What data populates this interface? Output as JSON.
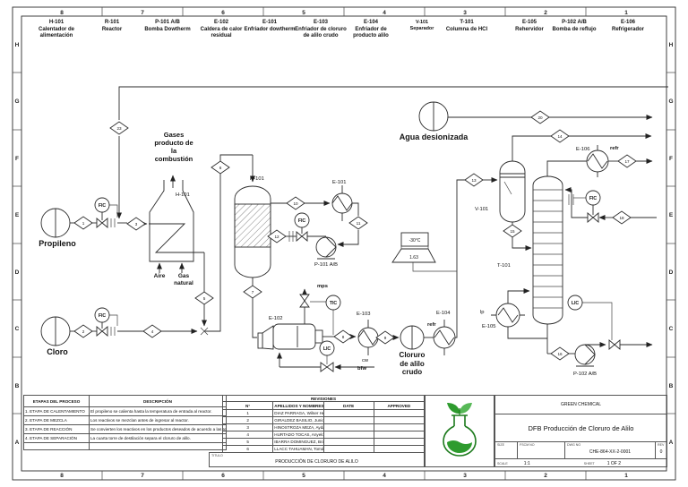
{
  "frame": {
    "zone_letters": [
      "H",
      "G",
      "F",
      "E",
      "D",
      "C",
      "B",
      "A"
    ],
    "zone_numbers": [
      "8",
      "7",
      "6",
      "5",
      "4",
      "3",
      "2",
      "1"
    ]
  },
  "equipment_index": [
    {
      "tag": "H-101",
      "name": "Calentador de alimentación"
    },
    {
      "tag": "R-101",
      "name": "Reactor"
    },
    {
      "tag": "P-101 A/B",
      "name": "Bomba Dowtherm"
    },
    {
      "tag": "E-102",
      "name": "Caldera de calor residual"
    },
    {
      "tag": "E-101",
      "name": "Enfriador dowtherm"
    },
    {
      "tag": "E-103",
      "name": "Enfriador de cloruro de alilo crudo"
    },
    {
      "tag": "E-104",
      "name": "Enfriador de producto alilo"
    },
    {
      "tag": "V-101",
      "name": "Separador"
    },
    {
      "tag": "T-101",
      "name": "Columna de HCl"
    },
    {
      "tag": "E-105",
      "name": "Rehervidor"
    },
    {
      "tag": "P-102 A/B",
      "name": "Bomba de reflujo"
    },
    {
      "tag": "E-106",
      "name": "Refrigerador"
    }
  ],
  "tags": {
    "h101": "H-101",
    "r101": "R-101",
    "e101": "E-101",
    "p101": "P-101 A/B",
    "e102": "E-102",
    "e103": "E-103",
    "e104": "E-104",
    "e105": "E-105",
    "e106": "E-106",
    "v101": "V-101",
    "t101": "T-101",
    "p102": "P-102 A/B"
  },
  "instruments": {
    "fic": "FIC",
    "tic": "TIC",
    "lic": "LIC"
  },
  "utilities": {
    "mps": "mps",
    "bfw": "bfw",
    "cw": "cw",
    "refr": "refr",
    "lp": "lp"
  },
  "flag": {
    "temp": "-30°C",
    "value": "1.63"
  },
  "streams": [
    "1",
    "2",
    "3",
    "4",
    "5",
    "6",
    "7",
    "8",
    "9",
    "10",
    "11",
    "12",
    "13",
    "14",
    "15",
    "16",
    "17",
    "18",
    "20",
    "23"
  ],
  "feeds": {
    "propileno": "Propileno",
    "cloro": "Cloro",
    "agua": "Agua desionizada",
    "crudo": "Cloruro\nde alilo\ncrudo",
    "gases": "Gases\nproducto de\nla\ncombustión",
    "aire": "Aire",
    "gas_natural": "Gas\nnatural"
  },
  "process_table": {
    "headers": [
      "ETAPAS DEL PROCESO",
      "DESCRIPCIÓN"
    ],
    "rows": [
      [
        "1. ETAPA DE CALENTAMIENTO",
        "El propileno se calienta hasta la temperatura de entrada al reactor."
      ],
      [
        "2. ETAPA DE MEZCLA",
        "Los reactivos se mezclan antes de ingresar al reactor."
      ],
      [
        "3. ETAPA DE REACCIÓN",
        "Se convierten los reactivos en los productos deseados de acuerdo a las reacciones mostradas."
      ],
      [
        "4. ETAPA DE SEPARACIÓN",
        "La cuarta torre de destilación separa el cloruro de alilo."
      ]
    ]
  },
  "revisions": {
    "title": "REVISIONES",
    "headers": [
      "N°",
      "APELLIDOS Y NOMBRES",
      "DATE",
      "APPROVED"
    ],
    "rows": [
      [
        "1",
        "DIAZ PARRAGA, Wilser Hernán (IQ)"
      ],
      [
        "2",
        "GIRALDEZ BASILIO, Junior David (IQ)"
      ],
      [
        "3",
        "HINOSTROZA MEZA, Ayda Irene (IQ)"
      ],
      [
        "4",
        "HURTADO TOCAS, Anyelo Yomel (IQ)"
      ],
      [
        "5",
        "IBARRA DOMINGUEZ, Brayan Alcides (IQ)"
      ],
      [
        "6",
        "LLACC TAHUAMAN, Tomás Wanock (IQ)"
      ]
    ]
  },
  "title_band": {
    "label": "TITULO",
    "title": "PRODUCCIÓN DE CLORURO DE ALILO"
  },
  "title_block": {
    "company": "GREEN CHEMICAL",
    "title": "DFB Producción de Cloruro de Alilo",
    "size_label": "SIZE",
    "fscm_label": "FSCM NO",
    "dwg_label": "DWG NO",
    "rev_label": "REV",
    "dwg_no": "CHE-864-XX-2-0001",
    "rev": "0",
    "scale_label": "SCALE",
    "scale": "1:1",
    "sheet_label": "SHEET",
    "sheet": "1 OF 2"
  },
  "colors": {
    "line": "#2b2b2b",
    "logo_green": "#2e9b2e",
    "logo_dark": "#1c7a1c"
  }
}
